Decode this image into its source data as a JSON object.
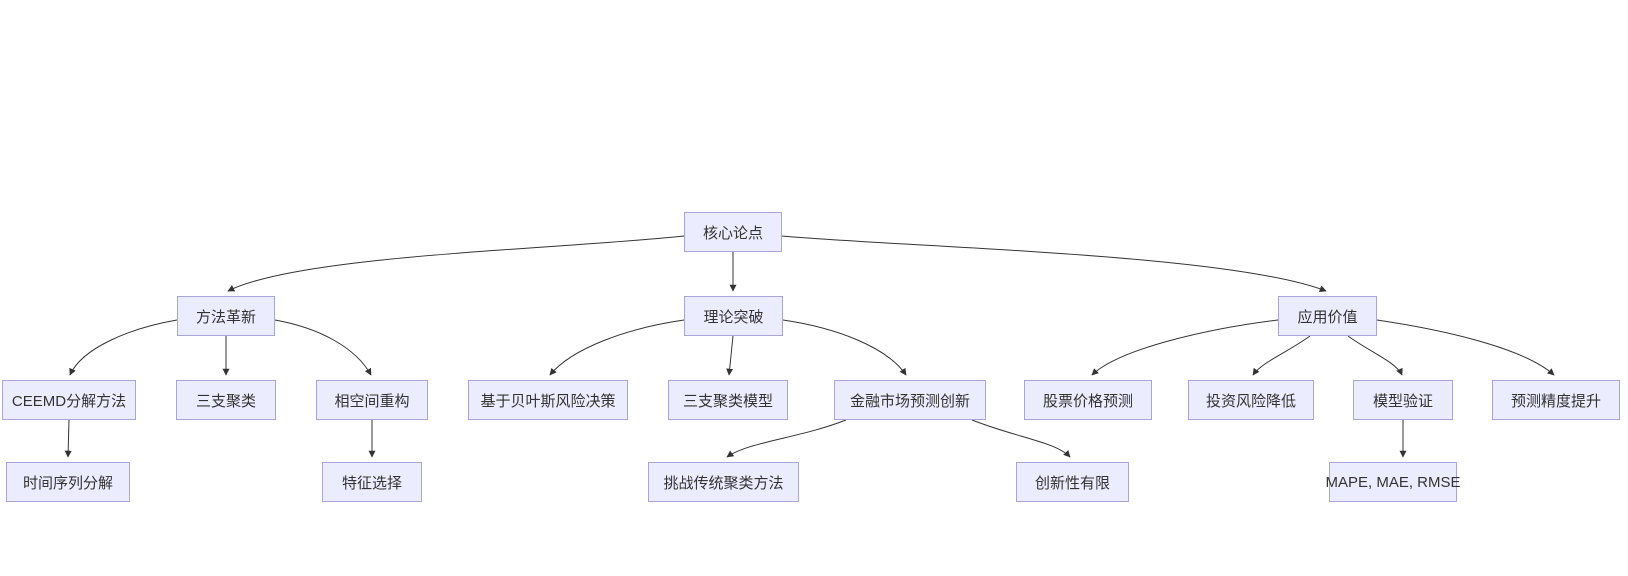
{
  "diagram": {
    "type": "flowchart-top-down",
    "colors": {
      "background": "#ffffff",
      "node_fill": "#ECECFF",
      "node_border": "#A9A4D9",
      "node_text": "#333333",
      "edge": "#333333"
    },
    "nodes": [
      {
        "id": "root",
        "label": "核心论点"
      },
      {
        "id": "method",
        "label": "方法革新"
      },
      {
        "id": "theory",
        "label": "理论突破"
      },
      {
        "id": "application",
        "label": "应用价值"
      },
      {
        "id": "ceemd",
        "label": "CEEMD分解方法"
      },
      {
        "id": "threeway",
        "label": "三支聚类"
      },
      {
        "id": "phase",
        "label": "相空间重构"
      },
      {
        "id": "tsdecomp",
        "label": "时间序列分解"
      },
      {
        "id": "feature",
        "label": "特征选择"
      },
      {
        "id": "bayes",
        "label": "基于贝叶斯风险决策"
      },
      {
        "id": "twcmodel",
        "label": "三支聚类模型"
      },
      {
        "id": "fininnov",
        "label": "金融市场预测创新"
      },
      {
        "id": "challenge",
        "label": "挑战传统聚类方法"
      },
      {
        "id": "limited",
        "label": "创新性有限"
      },
      {
        "id": "stock",
        "label": "股票价格预测"
      },
      {
        "id": "risk",
        "label": "投资风险降低"
      },
      {
        "id": "validation",
        "label": "模型验证"
      },
      {
        "id": "accuracy",
        "label": "预测精度提升"
      },
      {
        "id": "metrics",
        "label": "MAPE, MAE, RMSE"
      }
    ],
    "edges": [
      {
        "from": "root",
        "to": "method"
      },
      {
        "from": "root",
        "to": "theory"
      },
      {
        "from": "root",
        "to": "application"
      },
      {
        "from": "method",
        "to": "ceemd"
      },
      {
        "from": "method",
        "to": "threeway"
      },
      {
        "from": "method",
        "to": "phase"
      },
      {
        "from": "ceemd",
        "to": "tsdecomp"
      },
      {
        "from": "phase",
        "to": "feature"
      },
      {
        "from": "theory",
        "to": "bayes"
      },
      {
        "from": "theory",
        "to": "twcmodel"
      },
      {
        "from": "theory",
        "to": "fininnov"
      },
      {
        "from": "fininnov",
        "to": "challenge"
      },
      {
        "from": "fininnov",
        "to": "limited"
      },
      {
        "from": "application",
        "to": "stock"
      },
      {
        "from": "application",
        "to": "risk"
      },
      {
        "from": "application",
        "to": "validation"
      },
      {
        "from": "application",
        "to": "accuracy"
      },
      {
        "from": "validation",
        "to": "metrics"
      }
    ]
  }
}
